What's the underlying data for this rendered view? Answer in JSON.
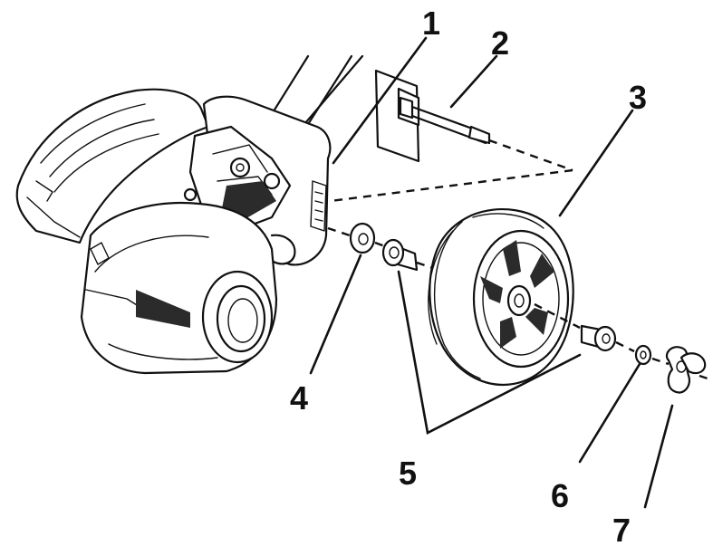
{
  "callouts": {
    "c1": "1",
    "c2": "2",
    "c3": "3",
    "c4": "4",
    "c5": "5",
    "c6": "6",
    "c7": "7"
  },
  "colors": {
    "line": "#111111",
    "background": "#ffffff",
    "shade": "#2b2b2b"
  }
}
